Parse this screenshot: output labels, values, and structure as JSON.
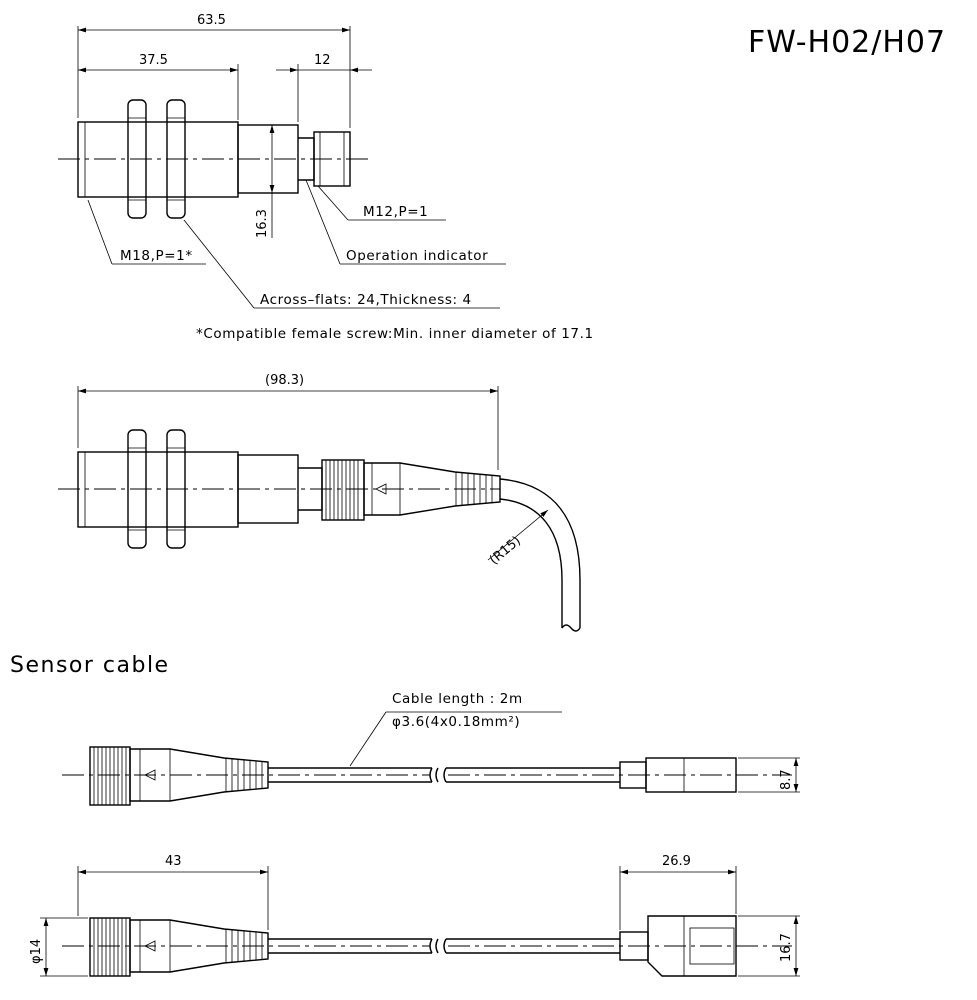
{
  "title": "FW-H02/H07",
  "section_label": "Sensor cable",
  "top_view": {
    "dims": {
      "overall": "63.5",
      "body": "37.5",
      "connector": "12",
      "diameter": "16.3"
    },
    "callouts": {
      "connector_thread": "M12,P=1",
      "indicator": "Operation indicator",
      "body_thread": "M18,P=1*",
      "nut": "Across–flats: 24,Thickness: 4"
    },
    "footnote": "*Compatible female screw:Min. inner diameter of 17.1"
  },
  "mounted_view": {
    "dims": {
      "overall": "(98.3)",
      "radius": "(R15)"
    }
  },
  "cable_view": {
    "callout_line1": "Cable length : 2m",
    "callout_line2": "φ3.6(4x0.18mm²)",
    "end_height": "8.7"
  },
  "cable_side_view": {
    "dims": {
      "left_length": "43",
      "right_length": "26.9",
      "left_diameter": "φ14",
      "right_height": "16.7"
    }
  }
}
